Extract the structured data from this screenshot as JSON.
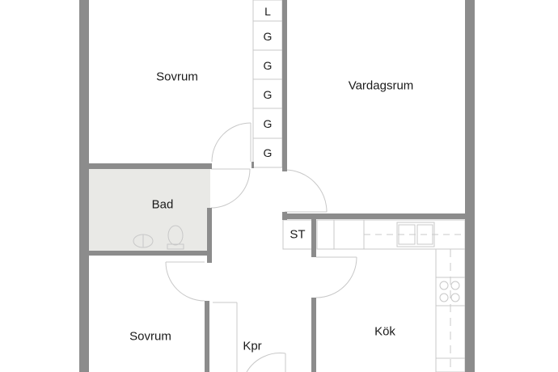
{
  "floorplan": {
    "colors": {
      "wall": "#8c8c8c",
      "bathroom_fill": "#e9e9e6",
      "fixture_line": "#c4c4c4",
      "background": "#ffffff",
      "text": "#1a1a1a"
    },
    "rooms": [
      {
        "id": "sovrum-1",
        "label": "Sovrum"
      },
      {
        "id": "vardagsrum",
        "label": "Vardagsrum"
      },
      {
        "id": "bad",
        "label": "Bad"
      },
      {
        "id": "st",
        "label": "ST"
      },
      {
        "id": "sovrum-2",
        "label": "Sovrum"
      },
      {
        "id": "kok",
        "label": "Kök"
      },
      {
        "id": "kpr",
        "label": "Kpr"
      }
    ],
    "wardrobe": [
      "L",
      "G",
      "G",
      "G",
      "G",
      "G"
    ]
  }
}
